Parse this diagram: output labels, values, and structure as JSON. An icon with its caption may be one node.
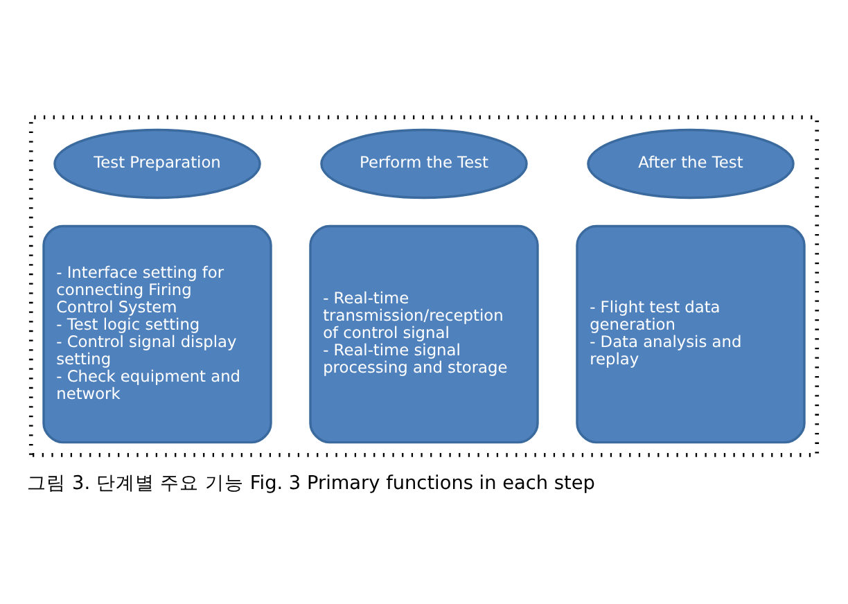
{
  "diagram": {
    "caption": "그림 3. 단계별 주요 기능 Fig. 3 Primary functions in each step",
    "nodes": [
      {
        "text": [],
        "shape": "box"
      },
      {
        "text": [
          "Test Preparation"
        ],
        "in": 0
      },
      {
        "text": [
          "Perform the Test"
        ],
        "in": 0
      },
      {
        "text": [
          "After the Test"
        ],
        "in": 0
      },
      {
        "text": [
          "- Interface setting for connecting Firing Control System",
          "- Test logic setting",
          "- Control signal display setting",
          "- Check equipment and network"
        ],
        "in": 0
      },
      {
        "text": [
          "- Real-time transmission/reception of control signal",
          "- Real-time signal processing and storage"
        ],
        "in": 0
      },
      {
        "text": [
          "- Flight test data generation",
          "- Data analysis and replay"
        ],
        "in": 0
      }
    ],
    "edges": []
  }
}
